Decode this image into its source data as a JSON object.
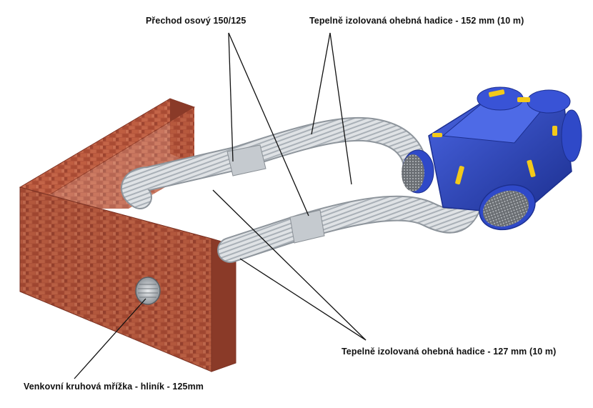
{
  "labels": {
    "transition": "Přechod osový 150/125",
    "hose_152": "Tepelně izolovaná ohebná hadice - 152 mm (10 m)",
    "hose_127": "Tepelně izolovaná ohebná hadice - 127 mm (10 m)",
    "outdoor_grille": "Venkovní kruhová mřížka - hliník - 125mm"
  },
  "colors": {
    "brick": "#b5553c",
    "brick_dark": "#7d3324",
    "hose": "#d9dcdf",
    "hose_shadow": "#9aa0a6",
    "unit_blue": "#2f49c8",
    "unit_blue_dark": "#1c2f8f",
    "clip_yellow": "#f3c91a",
    "leader_line": "#111111"
  }
}
